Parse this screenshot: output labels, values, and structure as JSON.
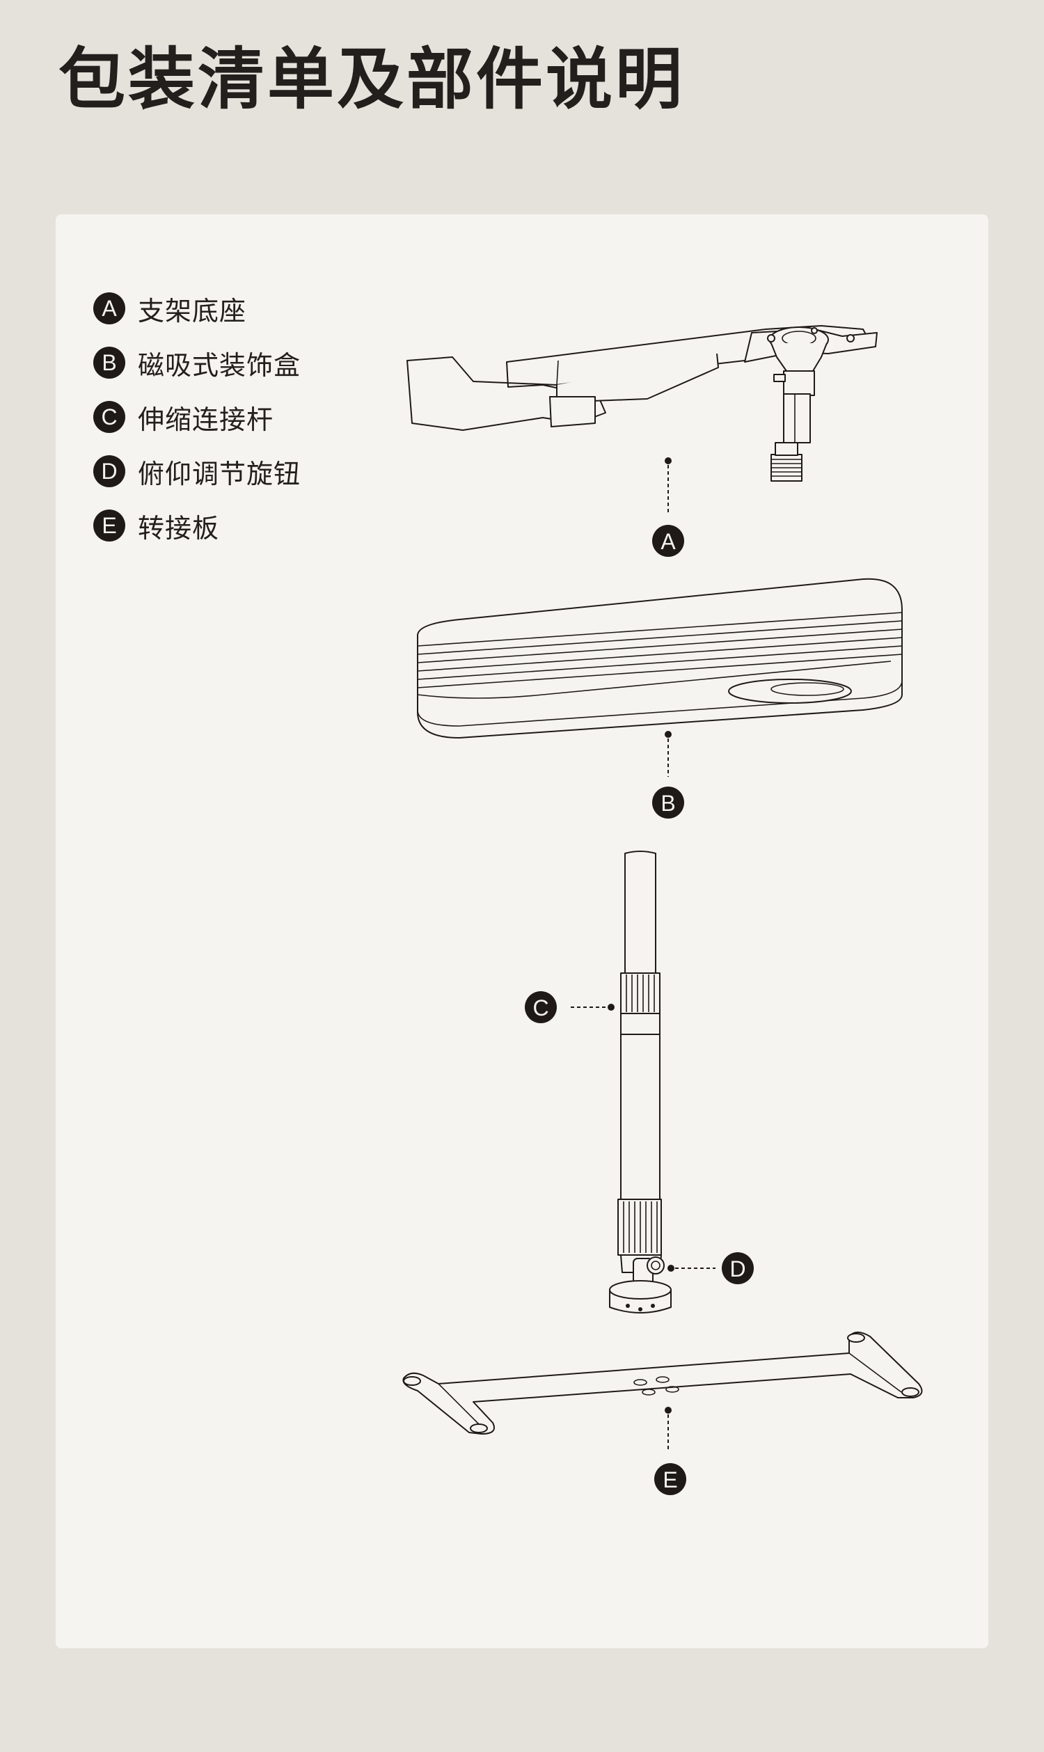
{
  "page": {
    "title": "包装清单及部件说明"
  },
  "parts": [
    {
      "letter": "A",
      "name": "支架底座"
    },
    {
      "letter": "B",
      "name": "磁吸式装饰盒"
    },
    {
      "letter": "C",
      "name": "伸缩连接杆"
    },
    {
      "letter": "D",
      "name": "俯仰调节旋钮"
    },
    {
      "letter": "E",
      "name": "转接板"
    }
  ],
  "colors": {
    "page_background": "#e5e2db",
    "card_background": "#f5f4f0",
    "ink": "#1f1a18"
  }
}
